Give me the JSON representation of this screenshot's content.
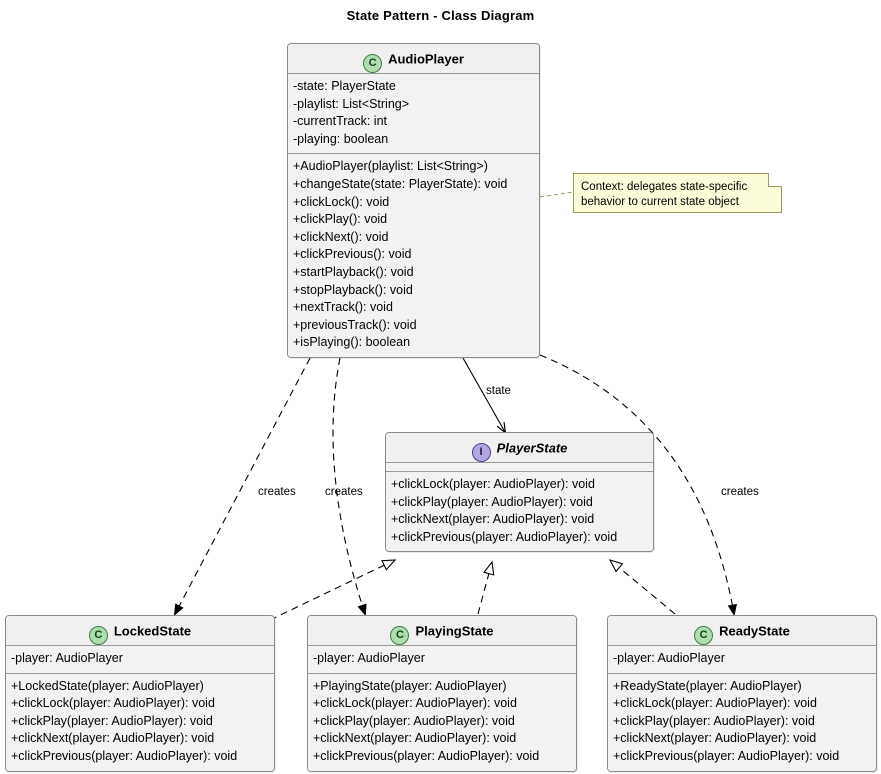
{
  "title": "State Pattern - Class Diagram",
  "colors": {
    "box_fill": "#f2f2f2",
    "box_border": "#8a8a8a",
    "class_icon_fill": "#adddb0",
    "class_icon_border": "#3f7a42",
    "interface_icon_fill": "#b4a7e0",
    "interface_icon_border": "#4b3d86",
    "note_fill": "#fdfcd9",
    "note_border": "#9a9a63",
    "line": "#000000",
    "background": "#ffffff"
  },
  "classes": {
    "audio_player": {
      "stereotype_letter": "C",
      "kind": "class",
      "name": "AudioPlayer",
      "attributes": [
        "-state: PlayerState",
        "-playlist: List<String>",
        "-currentTrack: int",
        "-playing: boolean"
      ],
      "methods": [
        "+AudioPlayer(playlist: List<String>)",
        "+changeState(state: PlayerState): void",
        "+clickLock(): void",
        "+clickPlay(): void",
        "+clickNext(): void",
        "+clickPrevious(): void",
        "+startPlayback(): void",
        "+stopPlayback(): void",
        "+nextTrack(): void",
        "+previousTrack(): void",
        "+isPlaying(): boolean"
      ]
    },
    "player_state": {
      "stereotype_letter": "I",
      "kind": "interface",
      "name": "PlayerState",
      "attributes": [],
      "methods": [
        "+clickLock(player: AudioPlayer): void",
        "+clickPlay(player: AudioPlayer): void",
        "+clickNext(player: AudioPlayer): void",
        "+clickPrevious(player: AudioPlayer): void"
      ]
    },
    "locked_state": {
      "stereotype_letter": "C",
      "kind": "class",
      "name": "LockedState",
      "attributes": [
        "-player: AudioPlayer"
      ],
      "methods": [
        "+LockedState(player: AudioPlayer)",
        "+clickLock(player: AudioPlayer): void",
        "+clickPlay(player: AudioPlayer): void",
        "+clickNext(player: AudioPlayer): void",
        "+clickPrevious(player: AudioPlayer): void"
      ]
    },
    "playing_state": {
      "stereotype_letter": "C",
      "kind": "class",
      "name": "PlayingState",
      "attributes": [
        "-player: AudioPlayer"
      ],
      "methods": [
        "+PlayingState(player: AudioPlayer)",
        "+clickLock(player: AudioPlayer): void",
        "+clickPlay(player: AudioPlayer): void",
        "+clickNext(player: AudioPlayer): void",
        "+clickPrevious(player: AudioPlayer): void"
      ]
    },
    "ready_state": {
      "stereotype_letter": "C",
      "kind": "class",
      "name": "ReadyState",
      "attributes": [
        "-player: AudioPlayer"
      ],
      "methods": [
        "+ReadyState(player: AudioPlayer)",
        "+clickLock(player: AudioPlayer): void",
        "+clickPlay(player: AudioPlayer): void",
        "+clickNext(player: AudioPlayer): void",
        "+clickPrevious(player: AudioPlayer): void"
      ]
    }
  },
  "note": {
    "line1": "Context: delegates state-specific",
    "line2": "behavior to current state object",
    "attached_to": "AudioPlayer"
  },
  "edges": [
    {
      "id": "state-assoc",
      "from": "AudioPlayer",
      "to": "PlayerState",
      "label": "state",
      "style": "solid",
      "arrow": "open"
    },
    {
      "id": "creates-locked",
      "from": "AudioPlayer",
      "to": "LockedState",
      "label": "creates",
      "style": "dashed",
      "arrow": "open"
    },
    {
      "id": "creates-playing",
      "from": "AudioPlayer",
      "to": "PlayingState",
      "label": "creates",
      "style": "dashed",
      "arrow": "open"
    },
    {
      "id": "creates-ready",
      "from": "AudioPlayer",
      "to": "ReadyState",
      "label": "creates",
      "style": "dashed",
      "arrow": "open"
    },
    {
      "id": "impl-locked",
      "from": "LockedState",
      "to": "PlayerState",
      "label": "",
      "style": "dashed",
      "arrow": "hollow-triangle"
    },
    {
      "id": "impl-playing",
      "from": "PlayingState",
      "to": "PlayerState",
      "label": "",
      "style": "dashed",
      "arrow": "hollow-triangle"
    },
    {
      "id": "impl-ready",
      "from": "ReadyState",
      "to": "PlayerState",
      "label": "",
      "style": "dashed",
      "arrow": "hollow-triangle"
    }
  ],
  "edge_labels": {
    "state": "state",
    "creates_left": "creates",
    "creates_mid": "creates",
    "creates_right": "creates"
  }
}
